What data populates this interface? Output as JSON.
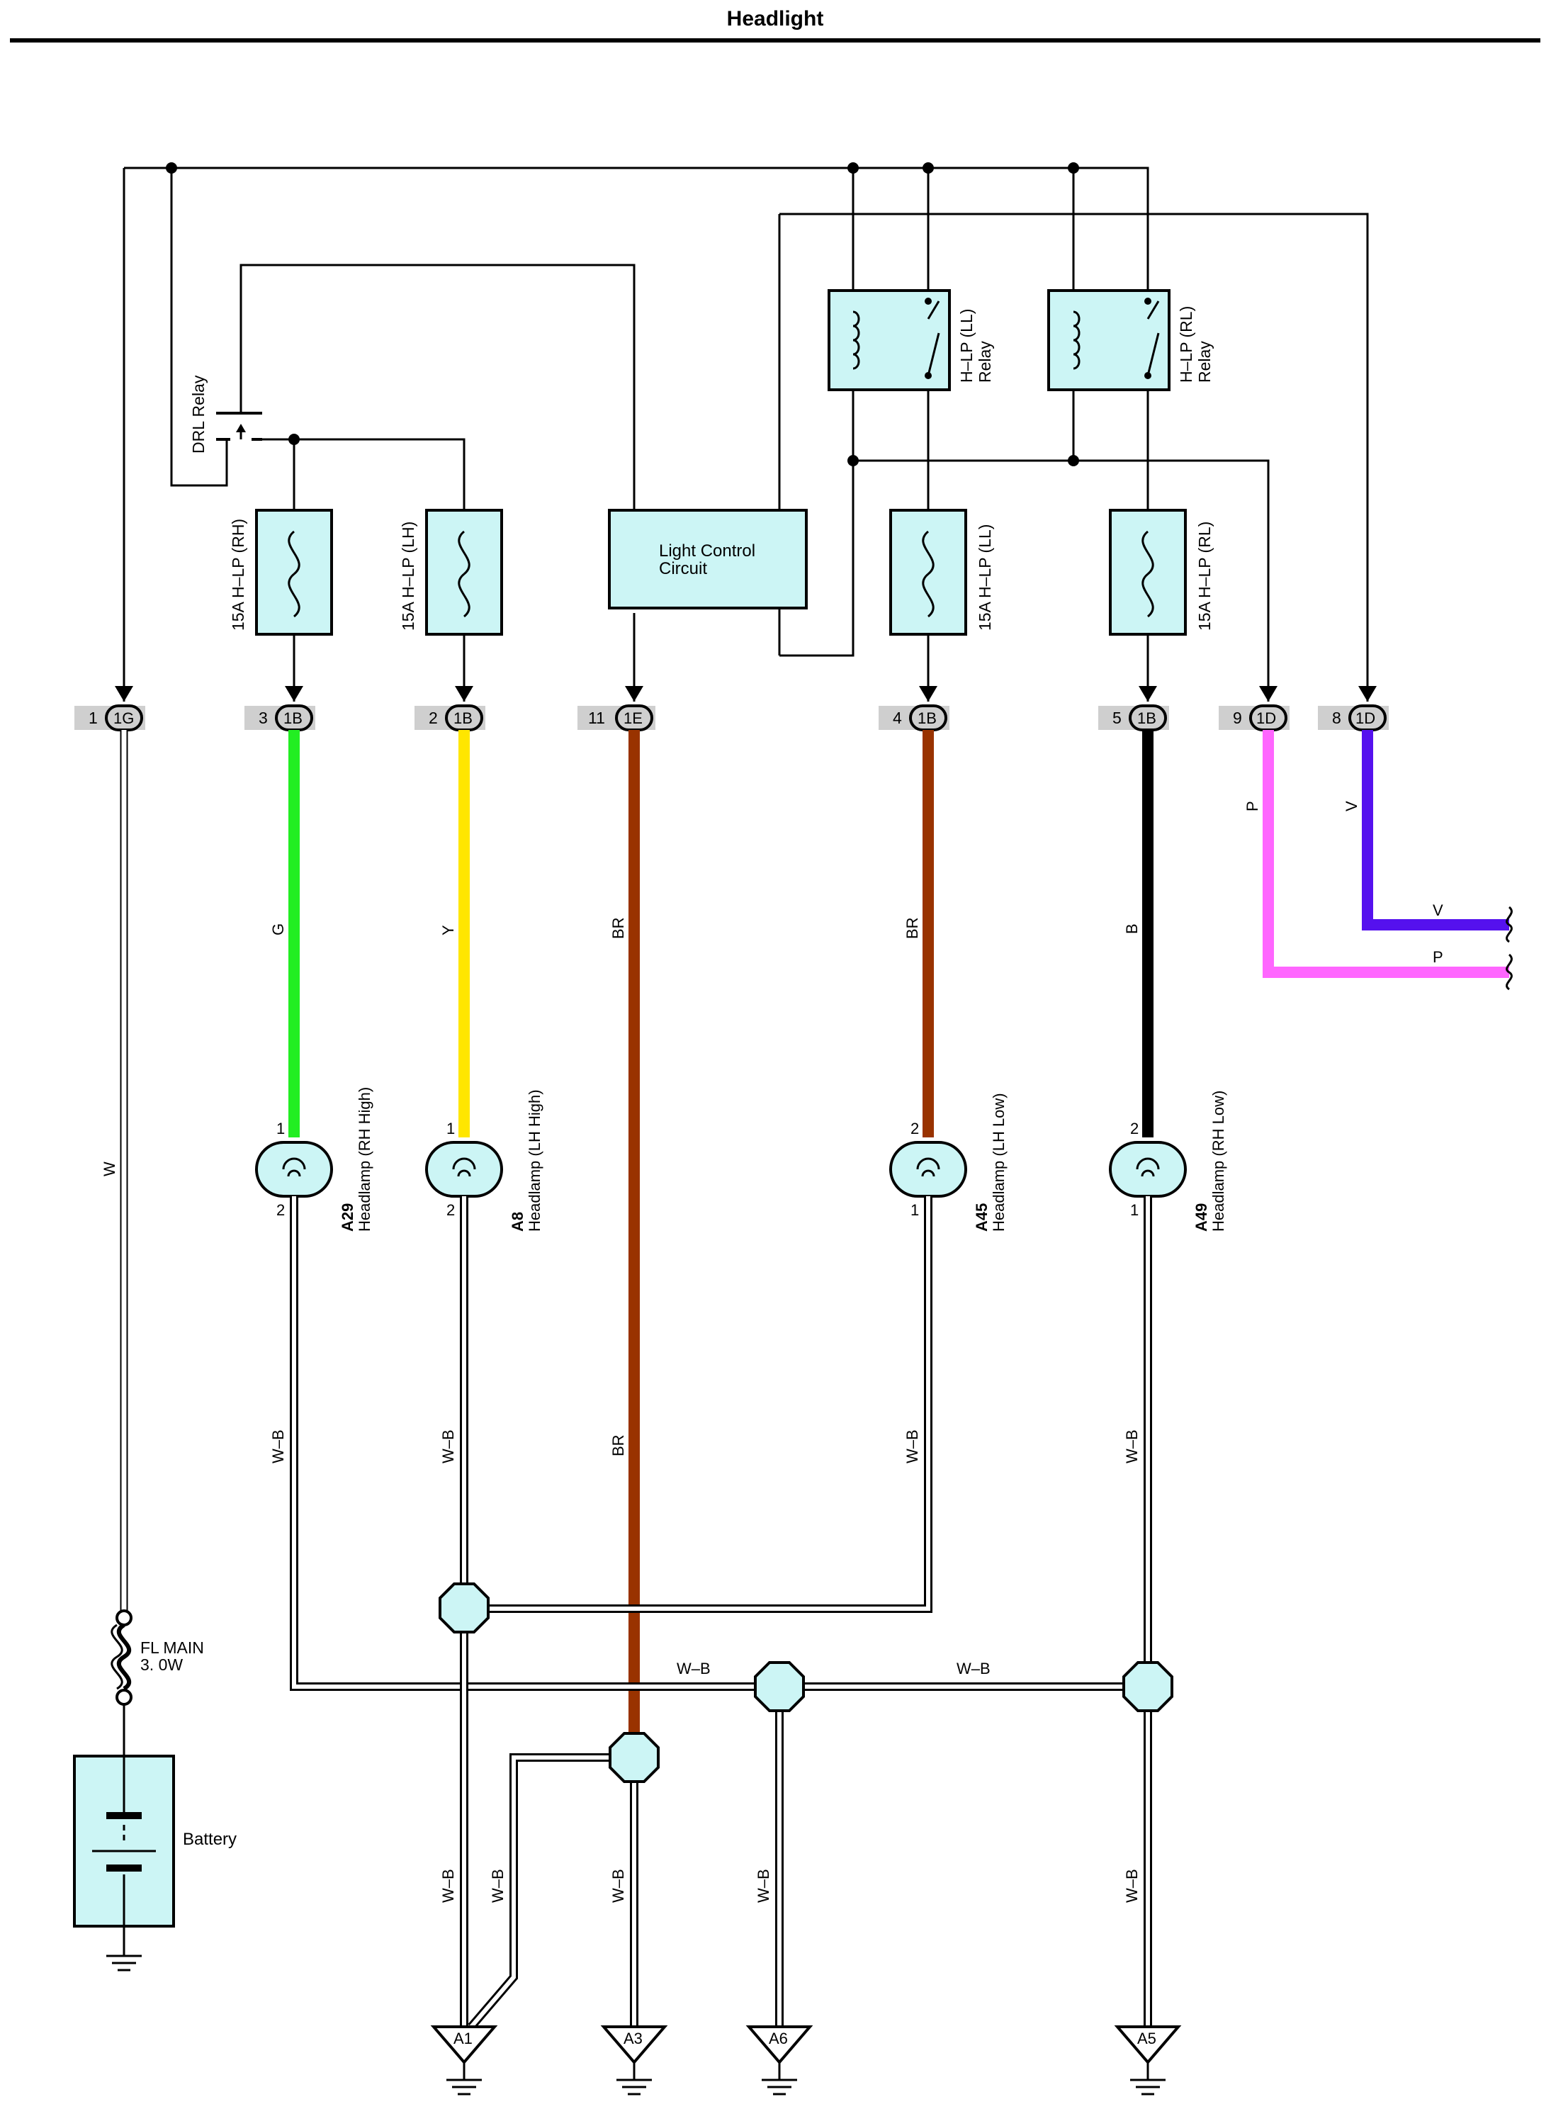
{
  "title": "Headlight",
  "components": {
    "drl_relay": "DRL Relay",
    "hlp_ll_relay": [
      "H–LP (LL)",
      "Relay"
    ],
    "hlp_rl_relay": [
      "H–LP (RL)",
      "Relay"
    ],
    "light_control": [
      "Light Control",
      "Circuit"
    ],
    "fuses": [
      "15A H–LP (RH)",
      "15A H–LP (LH)",
      "15A H–LP (LL)",
      "15A H–LP (RL)"
    ],
    "fl_main": [
      "FL MAIN",
      "3. 0W"
    ],
    "battery": "Battery"
  },
  "connectors": [
    {
      "pin": "1",
      "code": "1G"
    },
    {
      "pin": "3",
      "code": "1B"
    },
    {
      "pin": "2",
      "code": "1B"
    },
    {
      "pin": "11",
      "code": "1E"
    },
    {
      "pin": "4",
      "code": "1B"
    },
    {
      "pin": "5",
      "code": "1B"
    },
    {
      "pin": "9",
      "code": "1D"
    },
    {
      "pin": "8",
      "code": "1D"
    }
  ],
  "wires": [
    {
      "code": "W",
      "color": "#ffffff"
    },
    {
      "code": "G",
      "color": "#22ee22"
    },
    {
      "code": "Y",
      "color": "#ffe600"
    },
    {
      "code": "BR",
      "color": "#993300"
    },
    {
      "code": "BR",
      "color": "#993300"
    },
    {
      "code": "B",
      "color": "#000000"
    },
    {
      "code": "P",
      "color": "#ff66ff"
    },
    {
      "code": "V",
      "color": "#5511ee"
    }
  ],
  "wire_labels_extra": {
    "br_lower": "BR",
    "v_horizontal": "V",
    "p_horizontal": "P"
  },
  "headlamps": [
    {
      "id": "A29",
      "name": "Headlamp (RH High)",
      "pin_top": "1",
      "pin_bottom": "2"
    },
    {
      "id": "A8",
      "name": "Headlamp (LH High)",
      "pin_top": "1",
      "pin_bottom": "2"
    },
    {
      "id": "A45",
      "name": "Headlamp (LH Low)",
      "pin_top": "2",
      "pin_bottom": "1"
    },
    {
      "id": "A49",
      "name": "Headlamp (RH Low)",
      "pin_top": "2",
      "pin_bottom": "1"
    }
  ],
  "ground_wire_label": "W–B",
  "grounds": [
    "A1",
    "A3",
    "A6",
    "A5"
  ],
  "icons": [
    "fuse-icon",
    "relay-coil-icon",
    "relay-switch-icon",
    "bulb-icon",
    "junction-icon",
    "ground-icon",
    "battery-icon"
  ]
}
